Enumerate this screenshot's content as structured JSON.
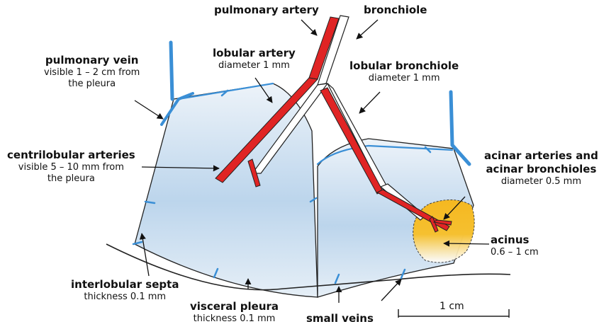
{
  "labels": {
    "pulmonary_artery": {
      "title": "pulmonary artery"
    },
    "bronchiole": {
      "title": "bronchiole"
    },
    "pulmonary_vein": {
      "title": "pulmonary vein",
      "sub1": "visible 1 – 2 cm from",
      "sub2": "the pleura"
    },
    "lobular_artery": {
      "title": "lobular artery",
      "sub1": "diameter 1 mm"
    },
    "lobular_bronchiole": {
      "title": "lobular bronchiole",
      "sub1": "diameter 1 mm"
    },
    "centrilobular_arteries": {
      "title": "centrilobular arteries",
      "sub1": "visible 5 – 10 mm from",
      "sub2": "the pleura"
    },
    "acinar": {
      "title1": "acinar arteries and",
      "title2": "acinar bronchioles",
      "sub1": "diameter 0.5 mm"
    },
    "acinus": {
      "title": "acinus",
      "sub1": "0.6 – 1 cm"
    },
    "interlobular_septa": {
      "title": "interlobular septa",
      "sub1": "thickness 0.1 mm"
    },
    "visceral_pleura": {
      "title": "visceral pleura",
      "sub1": "thickness 0.1 mm"
    },
    "small_veins": {
      "title": "small veins"
    },
    "scale": {
      "label": "1 cm"
    }
  },
  "colors": {
    "artery": "#e02424",
    "vein": "#3a8fd6",
    "lobule_fill": "#cfe0f0",
    "acinus_fill": "#f5b820"
  }
}
